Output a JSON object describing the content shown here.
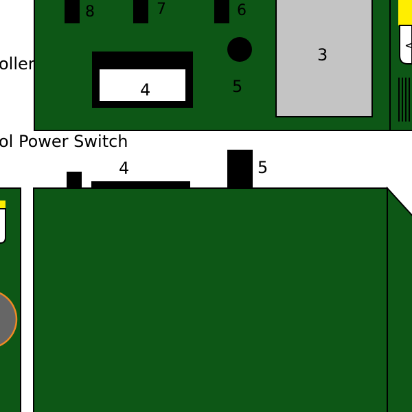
{
  "colors": {
    "board": "#0d5716",
    "outline": "#000000",
    "component": "#000000",
    "module": "#c4c4c4",
    "display_window": "#ffffff",
    "battery_rim": "#f08a24",
    "battery_fill": "#666666",
    "indicator": "#ffee00",
    "background": "#ffffff"
  },
  "top_board": {
    "slot_labels": [
      "8",
      "7",
      "6"
    ],
    "round_component_label": "5",
    "display_label": "4",
    "module_label": "3",
    "caption_fragment": "oller"
  },
  "switch_caption": "ol Power Switch",
  "bottom_board": {
    "connector_label": "4",
    "switch_label": "5"
  },
  "icons": {
    "arrow_glyph": "<"
  }
}
